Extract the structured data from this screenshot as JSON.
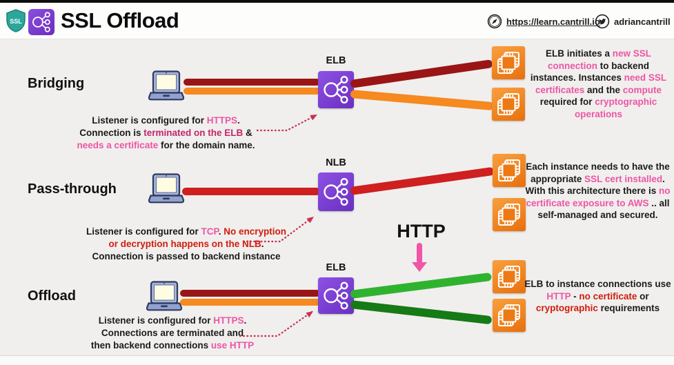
{
  "header": {
    "badge_ssl": "SSL",
    "title": "SSL Offload",
    "link": "https://learn.cantrill.io",
    "handle": "adriancantrill"
  },
  "http_label": "HTTP",
  "palette": {
    "black": "#1a1a1a",
    "pink": "#ee55a4",
    "crimson": "#c2256b",
    "red": "#d11c0c",
    "dark_red_line": "#9a1515",
    "orange_line": "#f6891f",
    "red_line": "#cf1f1f",
    "light_green_line": "#2fb32f",
    "dark_green_line": "#167a16",
    "lb_purple": "#7a3fd4",
    "ec2_orange": "#ec7211",
    "dotted_arrow": "#c73352",
    "http_arrow_pink": "#f155a5",
    "shield_teal": "#2aa79b"
  },
  "icons": {
    "shield": "ssl-shield-icon",
    "load_balancer": "load-balancer-icon",
    "laptop": "laptop-icon",
    "ec2": "ec2-instance-icon",
    "browser": "browser-compass-icon",
    "twitter": "twitter-icon"
  },
  "rows": [
    {
      "label": "Bridging",
      "lb": "ELB",
      "caption": [
        [
          {
            "t": "Listener is configured for ",
            "c": "black"
          },
          {
            "t": "HTTPS",
            "c": "pink"
          },
          {
            "t": ".",
            "c": "black"
          }
        ],
        [
          {
            "t": "Connection is ",
            "c": "black"
          },
          {
            "t": "terminated on the ELB",
            "c": "crimson"
          },
          {
            "t": " &",
            "c": "black"
          }
        ],
        [
          {
            "t": "needs a certificate",
            "c": "pink"
          },
          {
            "t": " for the domain name.",
            "c": "black"
          }
        ]
      ],
      "note": [
        {
          "t": "ELB initiates a ",
          "c": "black"
        },
        {
          "t": "new SSL connection",
          "c": "pink"
        },
        {
          "t": " to backend instances. Instances ",
          "c": "black"
        },
        {
          "t": "need SSL certificates",
          "c": "pink"
        },
        {
          "t": " and the ",
          "c": "black"
        },
        {
          "t": "compute",
          "c": "pink"
        },
        {
          "t": " required for ",
          "c": "black"
        },
        {
          "t": "cryptographic operations",
          "c": "pink"
        }
      ]
    },
    {
      "label": "Pass-through",
      "lb": "NLB",
      "caption": [
        [
          {
            "t": "Listener is configured for ",
            "c": "black"
          },
          {
            "t": "TCP",
            "c": "pink"
          },
          {
            "t": ". ",
            "c": "black"
          },
          {
            "t": "No encryption",
            "c": "red"
          }
        ],
        [
          {
            "t": "or decryption happens on the NLB",
            "c": "red"
          },
          {
            "t": ".",
            "c": "black"
          }
        ],
        [
          {
            "t": "Connection is passed to backend instance",
            "c": "black"
          }
        ]
      ],
      "note": [
        {
          "t": "Each instance needs to have the appropriate ",
          "c": "black"
        },
        {
          "t": "SSL cert installed",
          "c": "pink"
        },
        {
          "t": ". With this architecture there is ",
          "c": "black"
        },
        {
          "t": "no certificate exposure to AWS",
          "c": "pink"
        },
        {
          "t": " .. all self-managed and secured.",
          "c": "black"
        }
      ]
    },
    {
      "label": "Offload",
      "lb": "ELB",
      "caption": [
        [
          {
            "t": "Listener is configured for ",
            "c": "black"
          },
          {
            "t": "HTTPS",
            "c": "pink"
          },
          {
            "t": ".",
            "c": "black"
          }
        ],
        [
          {
            "t": "Connections are terminated and",
            "c": "black"
          }
        ],
        [
          {
            "t": "then backend connections ",
            "c": "black"
          },
          {
            "t": "use HTTP",
            "c": "pink"
          }
        ]
      ],
      "note": [
        {
          "t": "ELB to instance connections use ",
          "c": "black"
        },
        {
          "t": "HTTP",
          "c": "pink"
        },
        {
          "t": " - ",
          "c": "black"
        },
        {
          "t": "no certificate",
          "c": "red"
        },
        {
          "t": " or ",
          "c": "black"
        },
        {
          "t": "cryptographic",
          "c": "red"
        },
        {
          "t": " requirements",
          "c": "black"
        }
      ]
    }
  ]
}
